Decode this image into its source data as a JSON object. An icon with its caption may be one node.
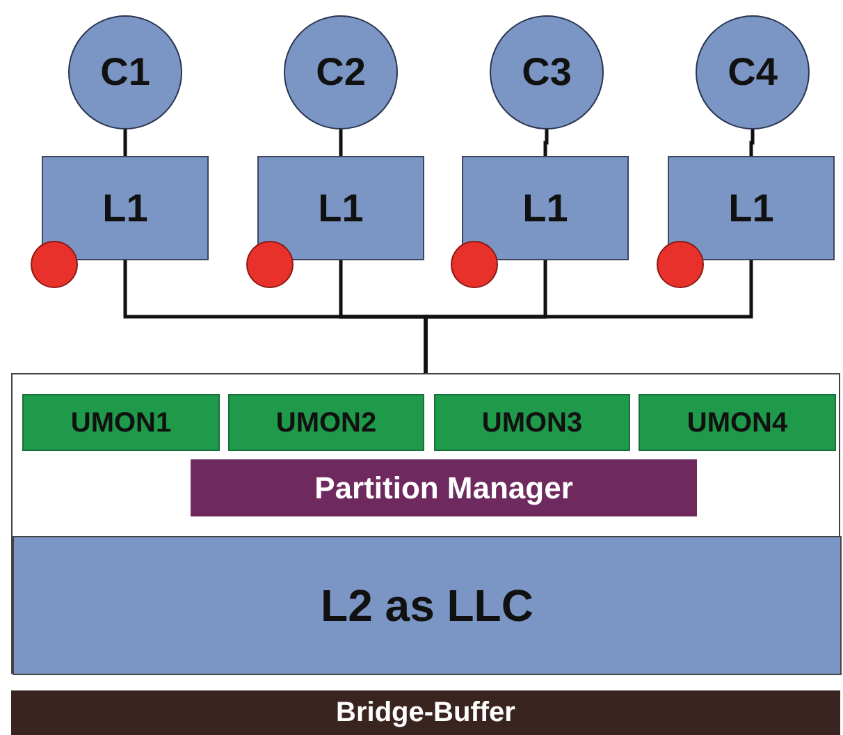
{
  "diagram": {
    "nodes": [
      {
        "text": [
          "C1"
        ]
      },
      {
        "text": [
          "C2"
        ]
      },
      {
        "text": [
          "C3"
        ]
      },
      {
        "text": [
          "C4"
        ]
      },
      {
        "text": [
          "L1"
        ]
      },
      {
        "text": [
          "L1"
        ]
      },
      {
        "text": [
          "L1"
        ]
      },
      {
        "text": [
          "L1"
        ]
      },
      {
        "text": [],
        "shape": "circle"
      },
      {
        "text": [],
        "shape": "circle"
      },
      {
        "text": [],
        "shape": "circle"
      },
      {
        "text": [],
        "shape": "circle"
      },
      {
        "text": [],
        "shape": "box"
      },
      {
        "text": [
          "UMON1"
        ],
        "in": 12
      },
      {
        "text": [
          "UMON2"
        ],
        "in": 12
      },
      {
        "text": [
          "UMON3"
        ],
        "in": 12
      },
      {
        "text": [
          "UMON4"
        ],
        "in": 12
      },
      {
        "text": [
          "Partition Manager"
        ],
        "in": 12
      },
      {
        "text": [
          "L2 as LLC"
        ],
        "in": 12
      },
      {
        "text": [
          "Bridge-Buffer"
        ]
      }
    ],
    "edges": [
      {
        "from": 0,
        "to": 4,
        "arrow": "none"
      },
      {
        "from": 1,
        "to": 5,
        "arrow": "none"
      },
      {
        "from": 2,
        "to": 6,
        "arrow": "none"
      },
      {
        "from": 3,
        "to": 7,
        "arrow": "none"
      },
      {
        "from": 4,
        "to": 12,
        "arrow": "none"
      },
      {
        "from": 5,
        "to": 12,
        "arrow": "none"
      },
      {
        "from": 6,
        "to": 12,
        "arrow": "none"
      },
      {
        "from": 7,
        "to": 12,
        "arrow": "none"
      }
    ]
  }
}
